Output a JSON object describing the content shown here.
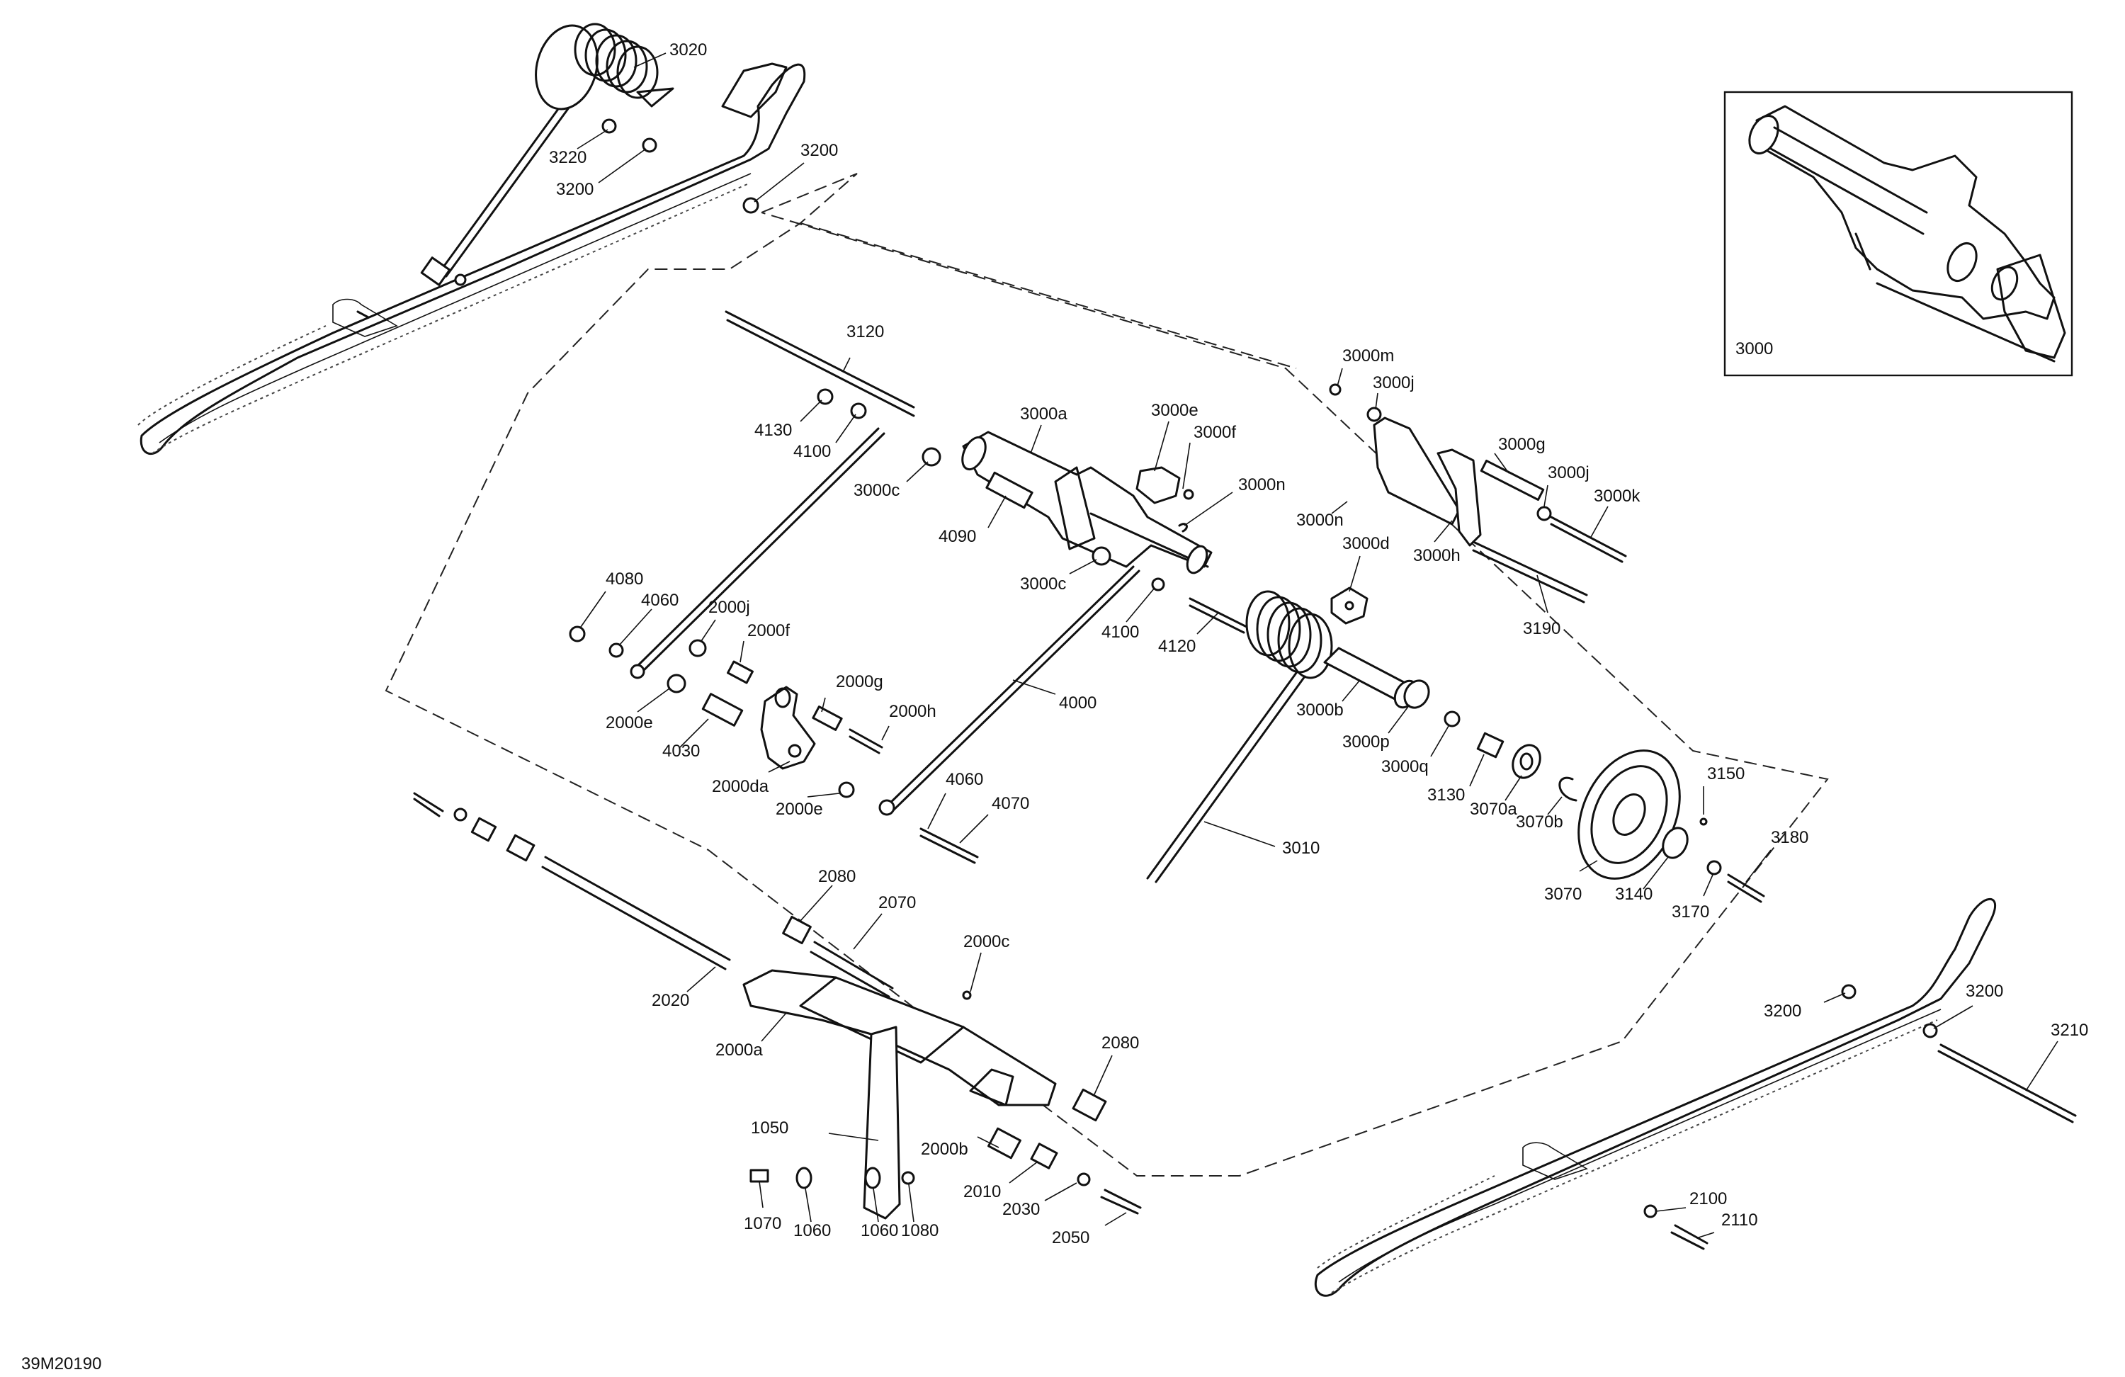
{
  "diagram": {
    "doc_code": "39M20190",
    "inset_part": "3000",
    "callouts": [
      {
        "label": "3020"
      },
      {
        "label": "3220"
      },
      {
        "label": "3200"
      },
      {
        "label": "3200"
      },
      {
        "label": "3120"
      },
      {
        "label": "4130"
      },
      {
        "label": "4100"
      },
      {
        "label": "3000c"
      },
      {
        "label": "3000a"
      },
      {
        "label": "3000e"
      },
      {
        "label": "3000f"
      },
      {
        "label": "3000n"
      },
      {
        "label": "3000n"
      },
      {
        "label": "4090"
      },
      {
        "label": "3000c"
      },
      {
        "label": "4100"
      },
      {
        "label": "4120"
      },
      {
        "label": "3000d"
      },
      {
        "label": "3000m"
      },
      {
        "label": "3000j"
      },
      {
        "label": "3000g"
      },
      {
        "label": "3000j"
      },
      {
        "label": "3000k"
      },
      {
        "label": "3000h"
      },
      {
        "label": "3190"
      },
      {
        "label": "4080"
      },
      {
        "label": "4060"
      },
      {
        "label": "2000j"
      },
      {
        "label": "2000f"
      },
      {
        "label": "2000g"
      },
      {
        "label": "2000h"
      },
      {
        "label": "2000e"
      },
      {
        "label": "4030"
      },
      {
        "label": "2000da"
      },
      {
        "label": "2000e"
      },
      {
        "label": "4000"
      },
      {
        "label": "4060"
      },
      {
        "label": "4070"
      },
      {
        "label": "3000b"
      },
      {
        "label": "3000p"
      },
      {
        "label": "3000q"
      },
      {
        "label": "3130"
      },
      {
        "label": "3070a"
      },
      {
        "label": "3070b"
      },
      {
        "label": "3150"
      },
      {
        "label": "3180"
      },
      {
        "label": "3070"
      },
      {
        "label": "3140"
      },
      {
        "label": "3170"
      },
      {
        "label": "3010"
      },
      {
        "label": "2080"
      },
      {
        "label": "2070"
      },
      {
        "label": "2000c"
      },
      {
        "label": "2020"
      },
      {
        "label": "2000a"
      },
      {
        "label": "2080"
      },
      {
        "label": "1050"
      },
      {
        "label": "2000b"
      },
      {
        "label": "2010"
      },
      {
        "label": "2030"
      },
      {
        "label": "2050"
      },
      {
        "label": "1070"
      },
      {
        "label": "1060"
      },
      {
        "label": "1060"
      },
      {
        "label": "1080"
      },
      {
        "label": "3200"
      },
      {
        "label": "3200"
      },
      {
        "label": "3210"
      },
      {
        "label": "2100"
      },
      {
        "label": "2110"
      }
    ]
  }
}
